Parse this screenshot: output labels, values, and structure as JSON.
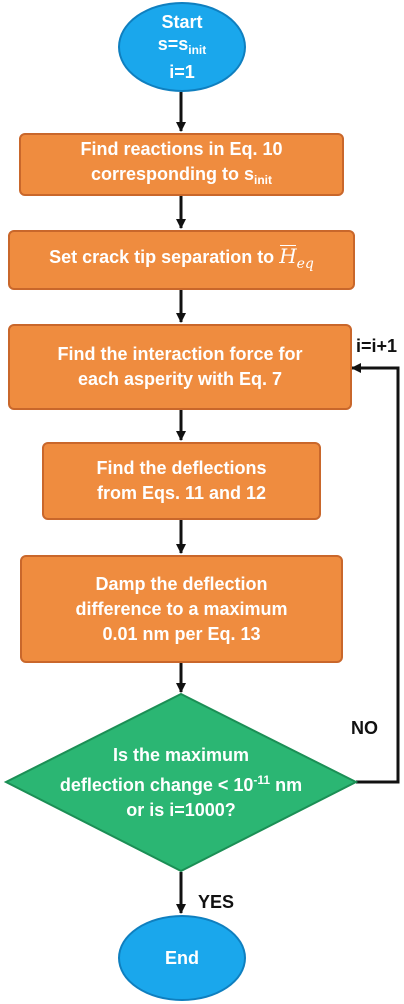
{
  "nodes": {
    "start": {
      "line1": "Start",
      "line2_prefix": "s=s",
      "line2_sub": "init",
      "line3": "i=1"
    },
    "reactions": {
      "line1": "Find reactions in Eq. 10",
      "line2_prefix": "corresponding to s",
      "line2_sub": "init"
    },
    "separation": {
      "text_prefix": "Set crack tip separation to ",
      "symbol": "H",
      "symbol_sub": "eq"
    },
    "interaction": {
      "line1": "Find the interaction force for",
      "line2": "each asperity with Eq. 7"
    },
    "deflections": {
      "line1": "Find the deflections",
      "line2": "from Eqs. 11 and 12"
    },
    "damp": {
      "line1": "Damp the deflection",
      "line2": "difference to a maximum",
      "line3": "0.01 nm per Eq. 13"
    },
    "decision": {
      "line1": "Is the maximum",
      "line2_prefix": "deflection change < 10",
      "line2_sup": "-11",
      "line2_suffix": " nm",
      "line3": "or is i=1000?"
    },
    "end": {
      "label": "End"
    }
  },
  "edge_labels": {
    "loop": "i=i+1",
    "no": "NO",
    "yes": "YES"
  },
  "colors": {
    "process_fill": "#ef8c3f",
    "process_border": "#c9672b",
    "terminal_fill": "#1aa7ec",
    "decision_fill": "#2bb673",
    "decision_border": "#1b8f55",
    "arrow": "#111111"
  }
}
